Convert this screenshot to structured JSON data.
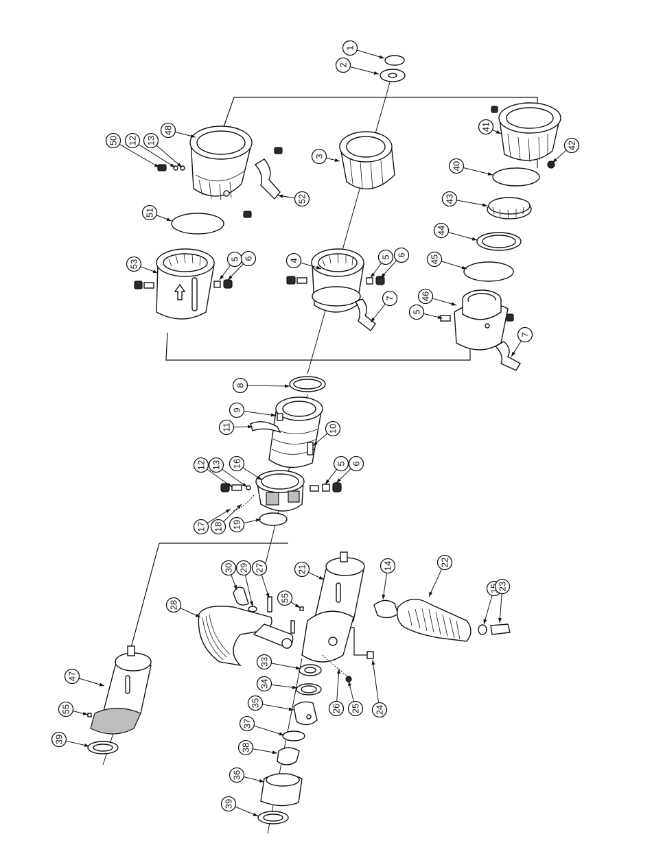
{
  "callouts": [
    {
      "n": "1"
    },
    {
      "n": "2"
    },
    {
      "n": "3"
    },
    {
      "n": "4"
    },
    {
      "n": "5"
    },
    {
      "n": "6"
    },
    {
      "n": "7"
    },
    {
      "n": "48"
    },
    {
      "n": "50"
    },
    {
      "n": "12"
    },
    {
      "n": "13"
    },
    {
      "n": "52"
    },
    {
      "n": "51"
    },
    {
      "n": "53"
    },
    {
      "n": "5"
    },
    {
      "n": "6"
    },
    {
      "n": "41"
    },
    {
      "n": "42"
    },
    {
      "n": "40"
    },
    {
      "n": "43"
    },
    {
      "n": "44"
    },
    {
      "n": "45"
    },
    {
      "n": "46"
    },
    {
      "n": "5"
    },
    {
      "n": "7"
    },
    {
      "n": "8"
    },
    {
      "n": "9"
    },
    {
      "n": "11"
    },
    {
      "n": "10"
    },
    {
      "n": "12"
    },
    {
      "n": "13"
    },
    {
      "n": "16"
    },
    {
      "n": "5"
    },
    {
      "n": "6"
    },
    {
      "n": "17"
    },
    {
      "n": "18"
    },
    {
      "n": "19"
    },
    {
      "n": "30"
    },
    {
      "n": "29"
    },
    {
      "n": "27"
    },
    {
      "n": "21"
    },
    {
      "n": "14"
    },
    {
      "n": "22"
    },
    {
      "n": "28"
    },
    {
      "n": "55"
    },
    {
      "n": "15"
    },
    {
      "n": "23"
    },
    {
      "n": "24"
    },
    {
      "n": "33"
    },
    {
      "n": "34"
    },
    {
      "n": "35"
    },
    {
      "n": "26"
    },
    {
      "n": "25"
    },
    {
      "n": "37"
    },
    {
      "n": "38"
    },
    {
      "n": "36"
    },
    {
      "n": "39"
    },
    {
      "n": "47"
    },
    {
      "n": "55"
    },
    {
      "n": "39"
    }
  ]
}
